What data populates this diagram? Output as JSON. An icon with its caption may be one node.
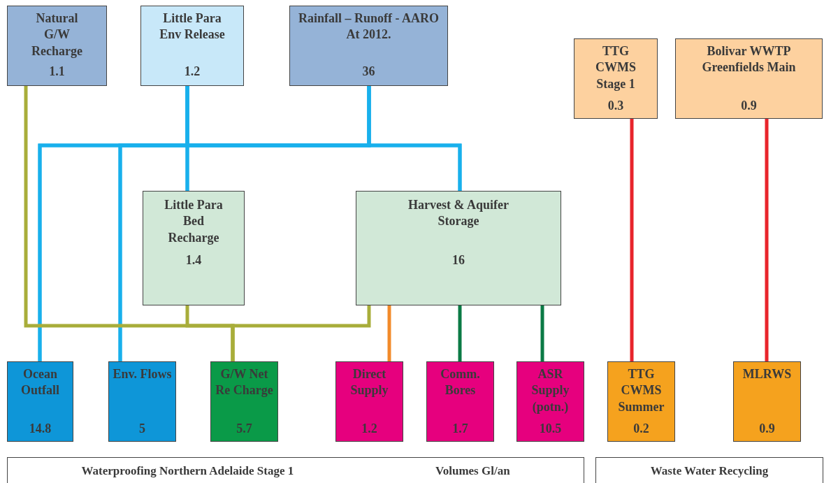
{
  "diagram": {
    "nodes": [
      {
        "text": [
          "Natural G/W Recharge",
          "1.1"
        ]
      },
      {
        "text": [
          "Little Para Env Release",
          "1.2"
        ]
      },
      {
        "text": [
          "Rainfall – Runoff - AARO At 2012.",
          "36"
        ]
      },
      {
        "text": [
          "TTG CWMS Stage 1",
          "0.3"
        ]
      },
      {
        "text": [
          "Bolivar WWTP Greenfields Main",
          "0.9"
        ]
      },
      {
        "text": [
          "Little Para Bed Recharge",
          "1.4"
        ]
      },
      {
        "text": [
          "Harvest & Aquifer Storage",
          "16"
        ]
      },
      {
        "text": [
          "Ocean Outfall",
          "14.8"
        ]
      },
      {
        "text": [
          "Env. Flows",
          "5"
        ]
      },
      {
        "text": [
          "G/W Net Re Charge",
          "5.7"
        ]
      },
      {
        "text": [
          "Direct Supply",
          "1.2"
        ]
      },
      {
        "text": [
          "Comm. Bores",
          "1.7"
        ]
      },
      {
        "text": [
          "ASR Supply (potn.)",
          "10.5"
        ]
      },
      {
        "text": [
          "TTG CWMS Summer",
          "0.2"
        ]
      },
      {
        "text": [
          "MLRWS",
          "0.9"
        ]
      },
      {
        "text": [
          "Waterproofing Northern Adelaide Stage 1",
          "Volumes Gl/an"
        ]
      },
      {
        "text": [
          "Waste Water Recycling"
        ]
      }
    ],
    "edges": [
      {
        "from": 2,
        "to": 7,
        "arrow": "none"
      },
      {
        "from": 2,
        "to": 8,
        "arrow": "none"
      },
      {
        "from": 2,
        "to": 5,
        "arrow": "none"
      },
      {
        "from": 2,
        "to": 6,
        "arrow": "none"
      },
      {
        "from": 1,
        "to": 7,
        "arrow": "none"
      },
      {
        "from": 1,
        "to": 8,
        "arrow": "none"
      },
      {
        "from": 1,
        "to": 5,
        "arrow": "none"
      },
      {
        "from": 1,
        "to": 6,
        "arrow": "none"
      },
      {
        "from": 0,
        "to": 9,
        "arrow": "none",
        "color": "#a8ad3a"
      },
      {
        "from": 5,
        "to": 9,
        "arrow": "none",
        "color": "#a8ad3a"
      },
      {
        "from": 6,
        "to": 9,
        "arrow": "none",
        "color": "#a8ad3a"
      },
      {
        "from": 6,
        "to": 10,
        "arrow": "none",
        "color": "#f28a2a"
      },
      {
        "from": 6,
        "to": 11,
        "arrow": "none",
        "color": "#0b7a45"
      },
      {
        "from": 6,
        "to": 12,
        "arrow": "none",
        "color": "#0b7a45"
      },
      {
        "from": 3,
        "to": 13,
        "arrow": "none",
        "color": "#e8242b"
      },
      {
        "from": 4,
        "to": 14,
        "arrow": "none",
        "color": "#e8242b"
      }
    ]
  }
}
